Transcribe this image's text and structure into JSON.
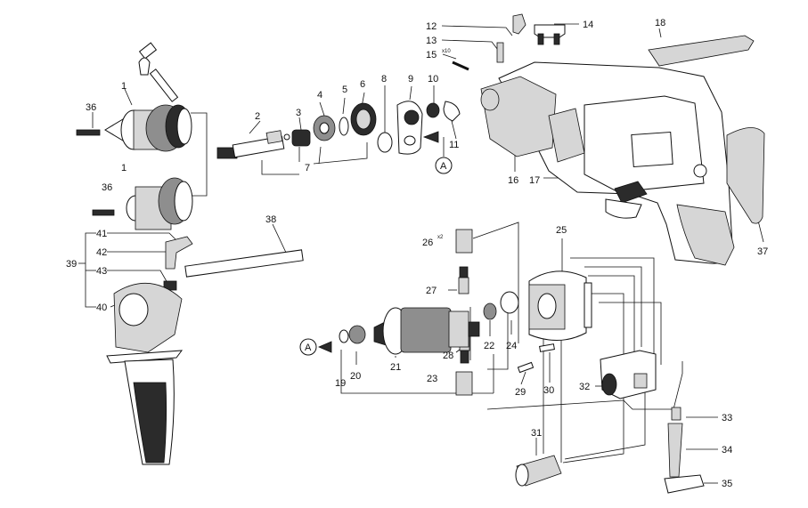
{
  "callouts": {
    "p1a": "1",
    "p1b": "1",
    "p2": "2",
    "p3": "3",
    "p4": "4",
    "p5": "5",
    "p6": "6",
    "p7": "7",
    "p8": "8",
    "p9": "9",
    "p10": "10",
    "p11": "11",
    "p12": "12",
    "p13": "13",
    "p14": "14",
    "p15": "15",
    "p16": "16",
    "p17": "17",
    "p18": "18",
    "p19": "19",
    "p20": "20",
    "p21": "21",
    "p22": "22",
    "p23": "23",
    "p24": "24",
    "p25": "25",
    "p26": "26",
    "p27": "27",
    "p28": "28",
    "p29": "29",
    "p30": "30",
    "p31": "31",
    "p32": "32",
    "p33": "33",
    "p34": "34",
    "p35": "35",
    "p36a": "36",
    "p36b": "36",
    "p37": "37",
    "p38": "38",
    "p39": "39",
    "p40": "40",
    "p41": "41",
    "p42": "42",
    "p43": "43"
  },
  "quantity_notes": {
    "n15": "x10",
    "n26": "x2"
  },
  "connector_marks": {
    "a1": "A",
    "a2": "A"
  }
}
